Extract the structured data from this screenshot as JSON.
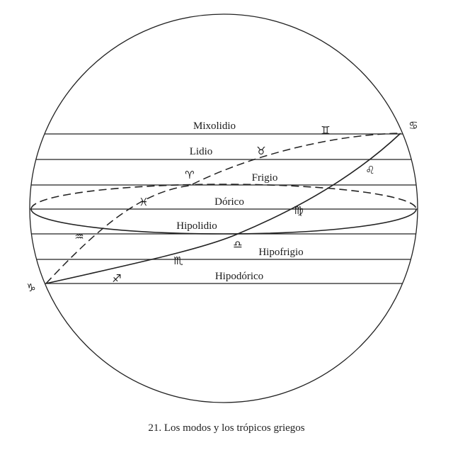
{
  "modes": [
    "Mixolidio",
    "Lidio",
    "Frigio",
    "Dórico",
    "Hipolidio",
    "Hipofrigio",
    "Hipodórico"
  ],
  "signs": {
    "cancer": "♋",
    "gemini": "♊",
    "taurus": "♉",
    "aries": "♈",
    "pisces": "♓",
    "aquarius": "♒",
    "capricorn": "♑",
    "leo": "♌",
    "virgo": "♍",
    "libra": "♎",
    "scorpio": "♏",
    "sagittarius": "♐"
  },
  "caption": "21. Los modos y los trópicos griegos"
}
